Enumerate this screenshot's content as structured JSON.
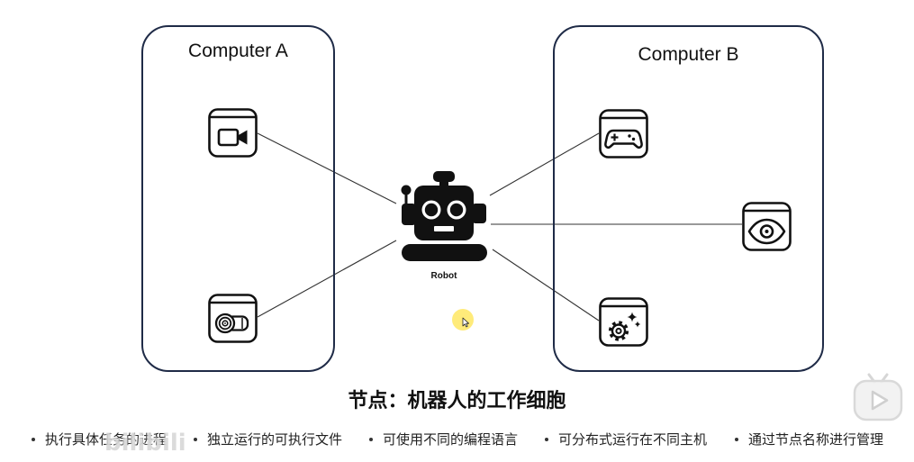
{
  "computers": [
    {
      "label": "Computer A",
      "nodes": [
        {
          "icon": "video-camera-icon"
        },
        {
          "icon": "motor-icon"
        }
      ]
    },
    {
      "label": "Computer B",
      "nodes": [
        {
          "icon": "gamepad-icon"
        },
        {
          "icon": "eye-icon"
        },
        {
          "icon": "gear-sparkle-icon"
        }
      ]
    }
  ],
  "robot": {
    "label": "Robot",
    "icon": "robot-icon"
  },
  "title": "节点：机器人的工作细胞",
  "bullets": [
    "执行具体任务的进程",
    "独立运行的可执行文件",
    "可使用不同的编程语言",
    "可分布式运行在不同主机",
    "通过节点名称进行管理"
  ],
  "player": {
    "watermark": "bilibili",
    "play_icon": "play-icon"
  },
  "colors": {
    "frame": "#1f2b47",
    "icon": "#111111",
    "edge": "#333333",
    "text": "#111111",
    "cursor_highlight": "#ffe44d"
  }
}
